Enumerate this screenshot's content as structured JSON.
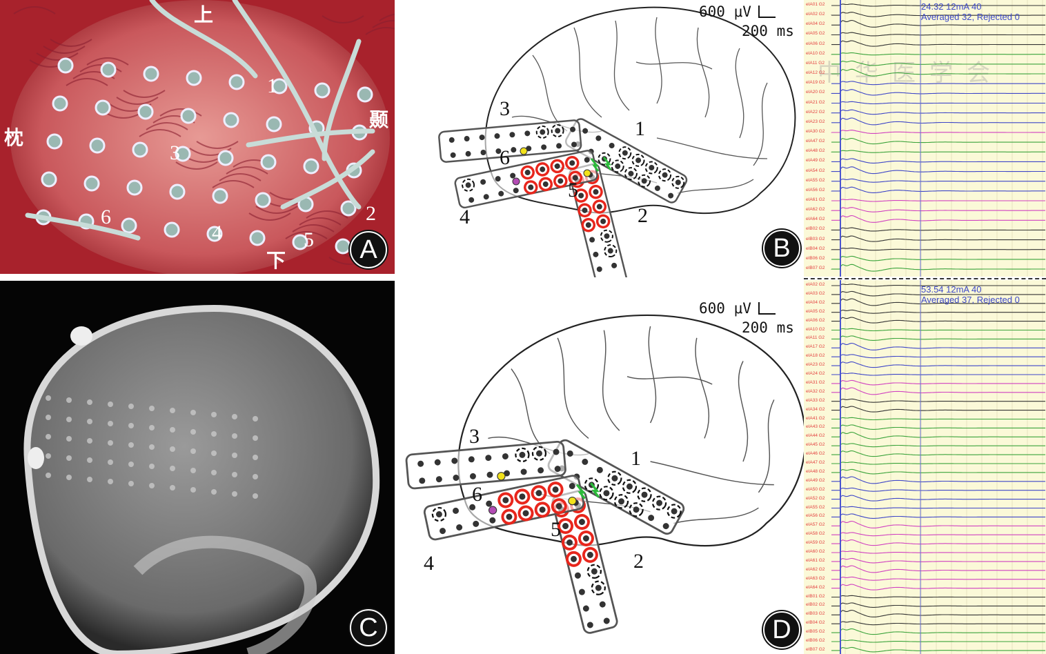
{
  "panelA": {
    "badge": "A",
    "orientation": {
      "top": "上",
      "bottom": "下",
      "left": "枕",
      "right": "颞"
    },
    "strip_numbers": [
      "1",
      "2",
      "3",
      "4",
      "5",
      "6"
    ]
  },
  "panelB": {
    "badge": "B",
    "scale_voltage": "600 μV",
    "scale_time": "200 ms",
    "strip_numbers": [
      "1",
      "2",
      "3",
      "4",
      "5",
      "6"
    ]
  },
  "panelC": {
    "badge": "C"
  },
  "panelD": {
    "badge": "D",
    "scale_voltage": "600 μV",
    "scale_time": "200 ms",
    "strip_numbers": [
      "1",
      "2",
      "3",
      "4",
      "5",
      "6"
    ]
  },
  "eegB": {
    "line1": "24.32 12mA 40",
    "line2": "Averaged 32, Rejected 0",
    "watermark": "中华医学会",
    "channels": [
      {
        "name": "eIA01 G2",
        "color": "#333333"
      },
      {
        "name": "eIA02 G2",
        "color": "#333333"
      },
      {
        "name": "eIA04 G2",
        "color": "#333333"
      },
      {
        "name": "eIA05 G2",
        "color": "#333333"
      },
      {
        "name": "eIA06 G2",
        "color": "#333333"
      },
      {
        "name": "eIA10 G2",
        "color": "#3aa33a"
      },
      {
        "name": "eIA11 G2",
        "color": "#3aa33a"
      },
      {
        "name": "eIA12 G2",
        "color": "#3aa33a"
      },
      {
        "name": "eIA19 G2",
        "color": "#3d45c8"
      },
      {
        "name": "eIA20 G2",
        "color": "#3d45c8"
      },
      {
        "name": "eIA21 G2",
        "color": "#3d45c8"
      },
      {
        "name": "eIA22 G2",
        "color": "#3d45c8"
      },
      {
        "name": "eIA23 G2",
        "color": "#3d45c8"
      },
      {
        "name": "eIA30 G2",
        "color": "#d040c0"
      },
      {
        "name": "eIA47 G2",
        "color": "#3aa33a"
      },
      {
        "name": "eIA48 G2",
        "color": "#3aa33a"
      },
      {
        "name": "eIA49 G2",
        "color": "#3d45c8"
      },
      {
        "name": "eIA54 G2",
        "color": "#3d45c8"
      },
      {
        "name": "eIA55 G2",
        "color": "#3d45c8"
      },
      {
        "name": "eIA56 G2",
        "color": "#3d45c8"
      },
      {
        "name": "eIA61 G2",
        "color": "#d040c0"
      },
      {
        "name": "eIA62 G2",
        "color": "#d040c0"
      },
      {
        "name": "eIA64 G2",
        "color": "#d040c0"
      },
      {
        "name": "eIB02 G2",
        "color": "#333333"
      },
      {
        "name": "eIB03 G2",
        "color": "#333333"
      },
      {
        "name": "eIB04 G2",
        "color": "#333333"
      },
      {
        "name": "eIB06 G2",
        "color": "#3aa33a"
      },
      {
        "name": "eIB07 G2",
        "color": "#3aa33a"
      }
    ]
  },
  "eegD": {
    "line1": "53.54 12mA 40",
    "line2": "Averaged 37, Rejected 0",
    "channels": [
      {
        "name": "eIA02 G2",
        "color": "#333333"
      },
      {
        "name": "eIA03 G2",
        "color": "#333333"
      },
      {
        "name": "eIA04 G2",
        "color": "#333333"
      },
      {
        "name": "eIA05 G2",
        "color": "#333333"
      },
      {
        "name": "eIA06 G2",
        "color": "#333333"
      },
      {
        "name": "eIA10 G2",
        "color": "#3aa33a"
      },
      {
        "name": "eIA11 G2",
        "color": "#3aa33a"
      },
      {
        "name": "eIA17 G2",
        "color": "#3d45c8"
      },
      {
        "name": "eIA18 G2",
        "color": "#3d45c8"
      },
      {
        "name": "eIA23 G2",
        "color": "#3d45c8"
      },
      {
        "name": "eIA24 G2",
        "color": "#3d45c8"
      },
      {
        "name": "eIA31 G2",
        "color": "#d040c0"
      },
      {
        "name": "eIA32 G2",
        "color": "#d040c0"
      },
      {
        "name": "eIA33 G2",
        "color": "#333333"
      },
      {
        "name": "eIA34 G2",
        "color": "#333333"
      },
      {
        "name": "eIA41 G2",
        "color": "#3aa33a"
      },
      {
        "name": "eIA43 G2",
        "color": "#3aa33a"
      },
      {
        "name": "eIA44 G2",
        "color": "#3aa33a"
      },
      {
        "name": "eIA45 G2",
        "color": "#3aa33a"
      },
      {
        "name": "eIA46 G2",
        "color": "#3aa33a"
      },
      {
        "name": "eIA47 G2",
        "color": "#3aa33a"
      },
      {
        "name": "eIA48 G2",
        "color": "#3aa33a"
      },
      {
        "name": "eIA49 G2",
        "color": "#3d45c8"
      },
      {
        "name": "eIA50 G2",
        "color": "#3d45c8"
      },
      {
        "name": "eIA52 G2",
        "color": "#3d45c8"
      },
      {
        "name": "eIA55 G2",
        "color": "#3d45c8"
      },
      {
        "name": "eIA56 G2",
        "color": "#3d45c8"
      },
      {
        "name": "eIA57 G2",
        "color": "#d040c0"
      },
      {
        "name": "eIA58 G2",
        "color": "#d040c0"
      },
      {
        "name": "eIA59 G2",
        "color": "#d040c0"
      },
      {
        "name": "eIA60 G2",
        "color": "#d040c0"
      },
      {
        "name": "eIA61 G2",
        "color": "#d040c0"
      },
      {
        "name": "eIA62 G2",
        "color": "#d040c0"
      },
      {
        "name": "eIA63 G2",
        "color": "#d040c0"
      },
      {
        "name": "eIA64 G2",
        "color": "#d040c0"
      },
      {
        "name": "eIB01 G2",
        "color": "#333333"
      },
      {
        "name": "eIB02 G2",
        "color": "#333333"
      },
      {
        "name": "eIB03 G2",
        "color": "#333333"
      },
      {
        "name": "eIB04 G2",
        "color": "#333333"
      },
      {
        "name": "eIB05 G2",
        "color": "#3aa33a"
      },
      {
        "name": "eIB06 G2",
        "color": "#3aa33a"
      },
      {
        "name": "eIB07 G2",
        "color": "#3aa33a"
      }
    ]
  }
}
